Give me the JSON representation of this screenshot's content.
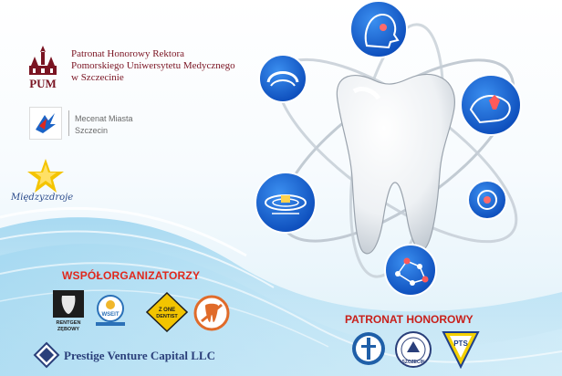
{
  "sponsors": {
    "pum": {
      "logo_text": "PUM",
      "lines": [
        "Patronat Honorowy Rektora",
        "Pomorskiego Uniwersytetu Medycznego",
        "w Szczecinie"
      ]
    },
    "mecenat": {
      "lines": [
        "Mecenat Miasta",
        "Szczecin"
      ]
    },
    "miedzyzdroje": {
      "logo_text": "Międzyzdroje"
    }
  },
  "co_organizers": {
    "title": "WSPÓŁORGANIZATORZY",
    "logos": {
      "rentgen": "RENTGEN ZĘBOWY",
      "wsbit": "WSEIT",
      "zone": "Z ONE DENTIST"
    },
    "prestige": "Prestige Venture Capital LLC"
  },
  "honorary": {
    "title": "PATRONAT HONOROWY",
    "logos": {
      "seal": "SZCZECIN",
      "pts": "PTS"
    }
  },
  "diagram": {
    "nodes": [
      "head-xray-icon",
      "dental-arch-icon",
      "hand-tooth-icon",
      "cell-icon",
      "radiation-icon",
      "molecule-icon"
    ]
  },
  "colors": {
    "accent_blue": "#1b63c6",
    "red_title": "#e0281c",
    "pum_maroon": "#7a1422",
    "prestige_navy": "#2a3f7a"
  }
}
